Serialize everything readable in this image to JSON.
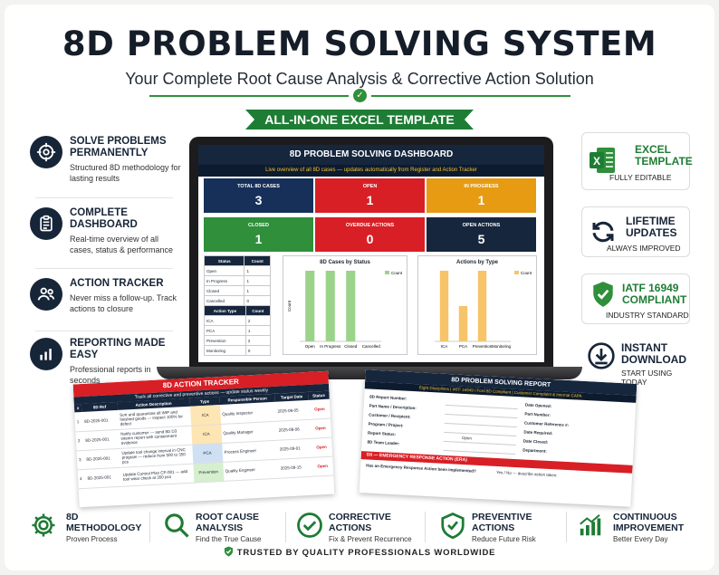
{
  "header": {
    "title": "8D PROBLEM SOLVING SYSTEM",
    "subtitle": "Your Complete Root Cause Analysis & Corrective Action Solution",
    "banner": "ALL-IN-ONE EXCEL TEMPLATE"
  },
  "features": [
    {
      "title": "SOLVE PROBLEMS PERMANENTLY",
      "desc": "Structured 8D methodology for lasting results",
      "icon": "target-icon"
    },
    {
      "title": "COMPLETE DASHBOARD",
      "desc": "Real-time overview of all cases, status & performance",
      "icon": "clipboard-icon"
    },
    {
      "title": "ACTION TRACKER",
      "desc": "Never miss a follow-up. Track actions to closure",
      "icon": "people-icon"
    },
    {
      "title": "REPORTING MADE EASY",
      "desc": "Professional reports in seconds",
      "icon": "bar-chart-icon"
    }
  ],
  "right_cards": [
    {
      "title": "EXCEL TEMPLATE",
      "sub": "FULLY EDITABLE",
      "icon": "excel-icon"
    },
    {
      "title": "LIFETIME UPDATES",
      "sub": "ALWAYS IMPROVED",
      "icon": "refresh-icon"
    },
    {
      "title": "IATF 16949 COMPLIANT",
      "sub": "INDUSTRY STANDARD",
      "icon": "shield-check-icon"
    },
    {
      "title": "INSTANT DOWNLOAD",
      "sub": "START USING TODAY",
      "icon": "download-icon"
    }
  ],
  "dashboard": {
    "title": "8D PROBLEM SOLVING DASHBOARD",
    "subtitle": "Live overview of all 8D cases — updates automatically from Register and Action Tracker",
    "kpis": [
      {
        "label": "TOTAL 8D CASES",
        "value": "3",
        "color": "#16305a"
      },
      {
        "label": "OPEN",
        "value": "1",
        "color": "#d81f26"
      },
      {
        "label": "IN PROGRESS",
        "value": "1",
        "color": "#e69b12"
      },
      {
        "label": "CLOSED",
        "value": "1",
        "color": "#2f8f3a"
      },
      {
        "label": "OVERDUE ACTIONS",
        "value": "0",
        "color": "#d81f26"
      },
      {
        "label": "OPEN ACTIONS",
        "value": "5",
        "color": "#16263d"
      }
    ],
    "status_table": {
      "headers": [
        "Status",
        "Count"
      ],
      "rows": [
        [
          "Open",
          "1"
        ],
        [
          "In Progress",
          "1"
        ],
        [
          "Closed",
          "1"
        ],
        [
          "Cancelled",
          "0"
        ]
      ]
    },
    "type_table": {
      "headers": [
        "Action Type",
        "Count"
      ],
      "rows": [
        [
          "ICA",
          "2"
        ],
        [
          "PCA",
          "1"
        ],
        [
          "Prevention",
          "2"
        ],
        [
          "Monitoring",
          "0"
        ]
      ]
    }
  },
  "chart_data": [
    {
      "type": "bar",
      "title": "8D Cases by Status",
      "categories": [
        "Open",
        "In Progress",
        "Closed",
        "Cancelled"
      ],
      "values": [
        1,
        1,
        1,
        0
      ],
      "series": [
        {
          "name": "Count",
          "values": [
            1,
            1,
            1,
            0
          ]
        }
      ],
      "ylabel": "Count",
      "color": "#9bd38a"
    },
    {
      "type": "bar",
      "title": "Actions by Type",
      "categories": [
        "ICA",
        "PCA",
        "Prevention",
        "Monitoring"
      ],
      "values": [
        2,
        1,
        2,
        0
      ],
      "series": [
        {
          "name": "Count",
          "values": [
            2,
            1,
            2,
            0
          ]
        }
      ],
      "color": "#f7c46a"
    }
  ],
  "tracker": {
    "title": "8D ACTION TRACKER",
    "subtitle": "Track all corrective and preventive actions — update status weekly",
    "headers": [
      "#",
      "8D Ref",
      "Action Description",
      "Type",
      "Responsible Person",
      "Target Date",
      "Status"
    ],
    "rows": [
      [
        "1",
        "8D-2025-001",
        "Sort and quarantine all WIP and finished goods — inspect 100% for defect",
        "ICA",
        "Quality Inspector",
        "2025-08-05",
        "Open"
      ],
      [
        "2",
        "8D-2025-001",
        "Notify customer — send 8D D3 interim report with containment evidence",
        "ICA",
        "Quality Manager",
        "2025-08-06",
        "Open"
      ],
      [
        "3",
        "8D-2025-001",
        "Update tool change interval in CNC program — reduce from 500 to 350 pcs",
        "PCA",
        "Process Engineer",
        "2025-09-01",
        "Open"
      ],
      [
        "4",
        "8D-2025-001",
        "Update Control Plan CP-001 — add tool wear check at 350 pcs",
        "Prevention",
        "Quality Engineer",
        "2025-09-15",
        "Open"
      ]
    ]
  },
  "report": {
    "title": "8D PROBLEM SOLVING REPORT",
    "subtitle": "Eight Disciplines | IATF 16949 / Ford 8D Compliant | Customer Complaint & Internal CAPA",
    "left_fields": [
      "8D Report Number:",
      "Part Name / Description:",
      "Customer / Recipient:",
      "Program / Project:",
      "Report Status:",
      "8D Team Leader:"
    ],
    "right_fields": [
      "Date Opened:",
      "Part Number:",
      "Customer Reference #:",
      "Date Required:",
      "Date Closed:",
      "Department:"
    ],
    "status_value": "Open",
    "section": "D0 — EMERGENCY RESPONSE ACTION (ERA)",
    "question": "Has an Emergency Response Action been implemented?",
    "answer": "Yes / No — describe action taken:"
  },
  "bottom": [
    {
      "title": "8D METHODOLOGY",
      "desc": "Proven Process",
      "icon": "gear-icon"
    },
    {
      "title": "ROOT CAUSE ANALYSIS",
      "desc": "Find the True Cause",
      "icon": "magnifier-icon"
    },
    {
      "title": "CORRECTIVE ACTIONS",
      "desc": "Fix & Prevent Recurrence",
      "icon": "check-circle-icon"
    },
    {
      "title": "PREVENTIVE ACTIONS",
      "desc": "Reduce Future Risk",
      "icon": "shield-icon"
    },
    {
      "title": "CONTINUOUS IMPROVEMENT",
      "desc": "Better Every Day",
      "icon": "growth-chart-icon"
    }
  ],
  "footer": "TRUSTED BY QUALITY PROFESSIONALS WORLDWIDE",
  "colors": {
    "accent_green": "#1e7d34",
    "navy": "#16263d",
    "red": "#d81f26"
  }
}
